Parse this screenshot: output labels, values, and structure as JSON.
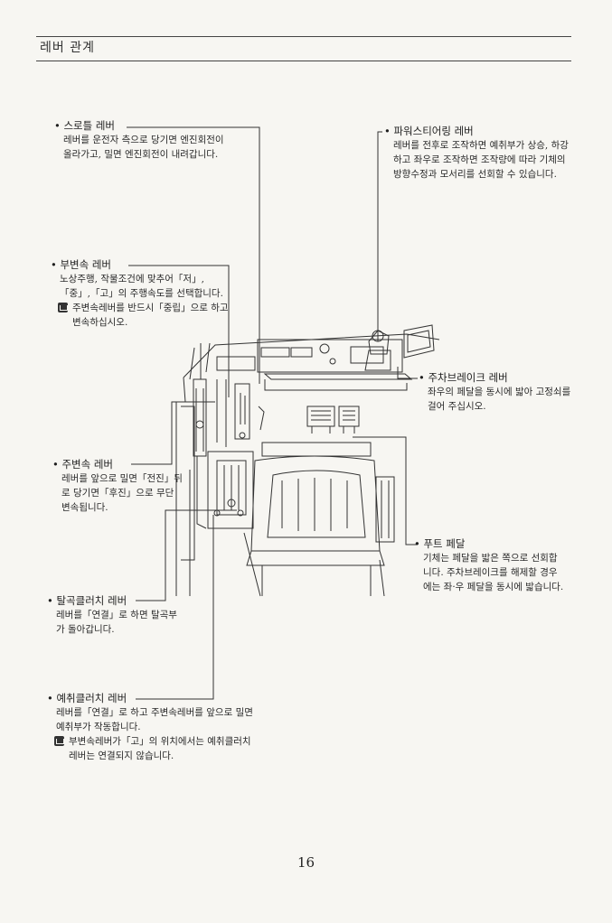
{
  "header": {
    "title": "레버 관계"
  },
  "callouts": {
    "throttle": {
      "title": "스로틀 레버",
      "desc": "레버를 운전자 측으로 당기면 엔진회전이 올라가고, 밀면 엔진회전이 내려갑니다."
    },
    "sub_shift": {
      "title": "부변속 레버",
      "desc": "노상주행, 작물조건에 맞추어「저」,「중」,「고」의 주행속도를 선택합니다.",
      "note": "주변속레버를 반드시「중립」으로 하고 변속하십시오."
    },
    "main_shift": {
      "title": "주변속 레버",
      "desc": "레버를 앞으로 밀면「전진」뒤로 당기면「후진」으로 무단 변속됩니다."
    },
    "threshing_clutch": {
      "title": "탈곡클러치 레버",
      "desc": "레버를「연결」로 하면 탈곡부가 돌아갑니다."
    },
    "reaper_clutch": {
      "title": "예취클러치 레버",
      "desc": "레버를「연결」로 하고 주변속레버를 앞으로 밀면 예취부가 작동합니다.",
      "note": "부변속레버가「고」의 위치에서는 예취클러치레버는 연결되지 않습니다."
    },
    "power_steering": {
      "title": "파워스티어링 레버",
      "desc": "레버를 전후로 조작하면 예취부가 상승, 하강하고 좌우로 조작하면 조작량에 따라 기체의 방향수정과 모서리를 선회할 수 있습니다."
    },
    "parking_brake": {
      "title": "주차브레이크 레버",
      "desc": "좌우의 페달을 동시에 밟아 고정쇠를 걸어 주십시오."
    },
    "foot_pedal": {
      "title": "푸트 페달",
      "desc": "기체는 페달을 밟은 쪽으로 선회합니다. 주차브레이크를 해제할 경우에는 좌·우 페달을 동시에 밟습니다."
    }
  },
  "page_number": "16"
}
